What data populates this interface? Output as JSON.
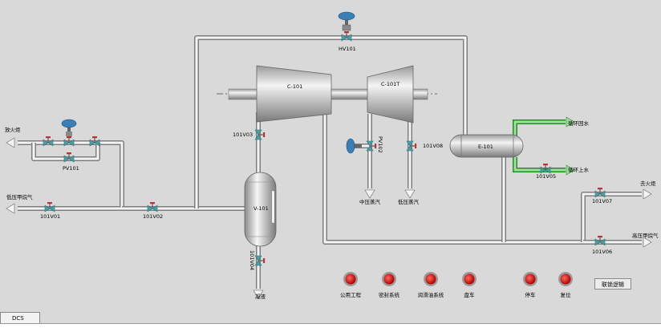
{
  "window": {
    "tab_label": "DCS"
  },
  "equipment": {
    "compressor": "C-101",
    "turbine": "C-101T",
    "separator": "V-101",
    "heat_exchanger": "E-101"
  },
  "valves": {
    "hv101": "HV101",
    "pv101": "PV101",
    "v101v01": "101V01",
    "v101v02": "101V02",
    "v101v03": "101V03",
    "v101v04": "101V04",
    "v101v05": "101V05",
    "v101v06": "101V06",
    "v101v07": "101V07",
    "v101v08": "101V08",
    "pv102": "PV102"
  },
  "streams": {
    "to_torch_left": "放火炬",
    "lp_methane_in": "低压甲烷气",
    "mp_steam": "中压蒸汽",
    "lp_steam": "低压蒸汽",
    "cw_return": "循环回水",
    "cw_supply": "循环上水",
    "to_torch_right": "去火炬",
    "hp_methane_out": "高压甲烷气",
    "drain": "凝液"
  },
  "buttons": {
    "utilities": "公用工程",
    "seal_system": "密封系统",
    "lube_oil": "润滑油系统",
    "barring": "盘车",
    "stop": "停车",
    "reset": "复位",
    "interlock_logic": "联锁逻辑"
  },
  "colors": {
    "background": "#d9d9d9",
    "pipe": "#7d7d7d",
    "cooling_water": "#2a8a2a",
    "indicator_red": "#cc1010",
    "actuator_blue": "#3a7fb5",
    "valve_teal": "#4aa0a8"
  }
}
